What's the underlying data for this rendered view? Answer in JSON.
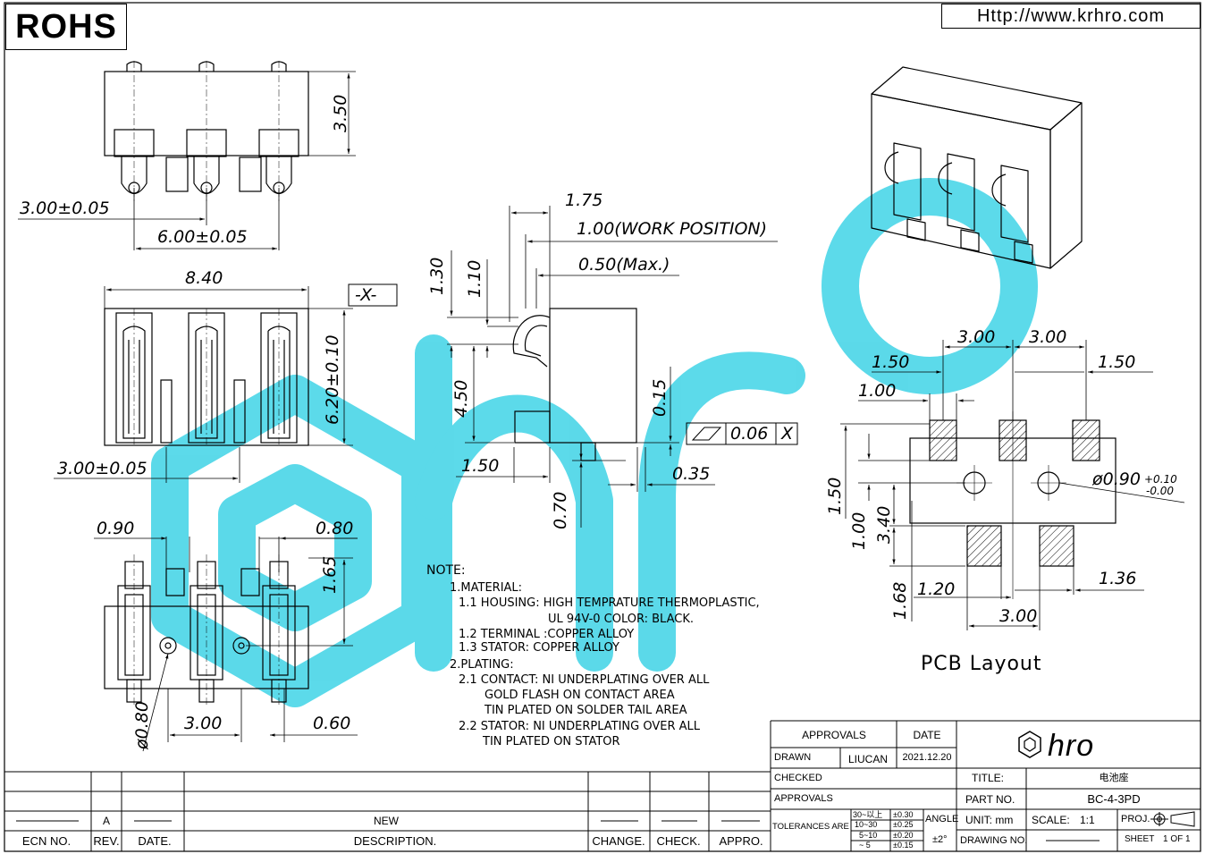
{
  "header": {
    "rohs": "ROHS",
    "url": "Http://www.krhro.com"
  },
  "dimensions": {
    "top_view": {
      "height": "3.50",
      "pitch_a": "3.00±0.05",
      "pitch_b": "6.00±0.05"
    },
    "front_view": {
      "width": "8.40",
      "datum": "-X-",
      "height": "6.20±0.10",
      "pitch": "3.00±0.05"
    },
    "bottom_view": {
      "d1": "0.90",
      "d2": "0.80",
      "d3": "1.65",
      "hole": "ø0.80",
      "pitch": "3.00",
      "d4": "0.60"
    },
    "side_view": {
      "d175": "1.75",
      "work_position": "1.00(WORK POSITION)",
      "max": "0.50(Max.)",
      "d130": "1.30",
      "d110": "1.10",
      "d450": "4.50",
      "d015": "0.15",
      "flatness_value": "0.06",
      "flatness_datum": "X",
      "d150": "1.50",
      "d035": "0.35",
      "d070": "0.70"
    },
    "pcb_layout": {
      "pitch_left": "3.00",
      "pitch_right": "3.00",
      "edge_left": "1.50",
      "edge_right": "1.50",
      "pad_width": "1.00",
      "v150": "1.50",
      "v100": "1.00",
      "v340": "3.40",
      "v168": "1.68",
      "h120": "1.20",
      "h136": "1.36",
      "h300": "3.00",
      "hole_dia": "ø0.90",
      "hole_tol_plus": "+0.10",
      "hole_tol_minus": "-0.00",
      "title": "PCB Layout"
    }
  },
  "notes": {
    "heading": "NOTE:",
    "lines": [
      "1.MATERIAL:",
      "1.1  HOUSING:  HIGH  TEMPRATURE  THERMOPLASTIC,",
      "UL  94V-0  COLOR:  BLACK.",
      "1.2  TERMINAL  :COPPER  ALLOY",
      "1.3  STATOR:  COPPER  ALLOY",
      "2.PLATING:",
      "2.1  CONTACT:  NI  UNDERPLATING  OVER  ALL",
      "GOLD  FLASH  ON  CONTACT  AREA",
      "TIN  PLATED  ON  SOLDER  TAIL  AREA",
      "2.2  STATOR:  NI  UNDERPLATING  OVER  ALL",
      "TIN  PLATED  ON  STATOR"
    ]
  },
  "title_block": {
    "approvals_header": "APPROVALS",
    "date_header": "DATE",
    "drawn_label": "DRAWN",
    "drawn_by": "LIUCAN",
    "drawn_date": "2021.12.20",
    "checked_label": "CHECKED",
    "approvals_label": "APPROVALS",
    "tolerances_label": "TOLERANCES  ARE",
    "tol_rows": [
      {
        "range": "30~以上",
        "value": "±0.30"
      },
      {
        "range": "10~30",
        "value": "±0.25"
      },
      {
        "range": "5~10",
        "value": "±0.20"
      },
      {
        "range": "~ 5",
        "value": "±0.15"
      }
    ],
    "angle_label": "ANGLE",
    "angle_value": "±2°",
    "brand": "hro",
    "title_label": "TITLE:",
    "title_value": "电池座",
    "part_no_label": "PART  NO.",
    "part_no_value": "BC-4-3PD",
    "unit_label": "UNIT:  mm",
    "scale_label": "SCALE:",
    "scale_value": "1:1",
    "proj_label": "PROJ.",
    "drawing_no_label": "DRAWING  NO.",
    "sheet_label": "SHEET",
    "sheet_value": "1  OF  1"
  },
  "revision_block": {
    "rev_value": "A",
    "description_value": "NEW",
    "col_ecn": "ECN  NO.",
    "col_rev": "REV.",
    "col_date": "DATE.",
    "col_description": "DESCRIPTION.",
    "col_change": "CHANGE.",
    "col_check": "CHECK.",
    "col_appro": "APPRO."
  },
  "colors": {
    "watermark": "#3fd3e6",
    "line": "#000000"
  }
}
